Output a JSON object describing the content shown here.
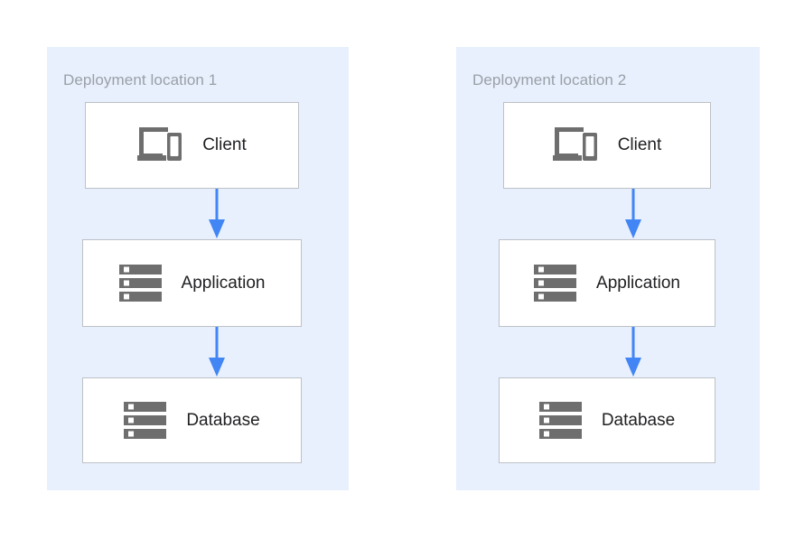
{
  "diagram": {
    "type": "architecture-deployment",
    "background": "#ffffff",
    "colors": {
      "zone_background": "#e8f0fe",
      "zone_title_text": "#9aa0a6",
      "node_background": "#ffffff",
      "node_border": "#bdc1c6",
      "node_label_text": "#202124",
      "icon_gray": "#6e6e6e",
      "arrow_blue": "#4285f4"
    },
    "zones": [
      {
        "title": "Deployment location 1",
        "nodes": [
          {
            "label": "Client",
            "icon": "devices-icon"
          },
          {
            "label": "Application",
            "icon": "server-icon"
          },
          {
            "label": "Database",
            "icon": "database-server-icon"
          }
        ],
        "connections": [
          {
            "from": "Client",
            "to": "Application",
            "style": "arrow-down"
          },
          {
            "from": "Application",
            "to": "Database",
            "style": "arrow-down"
          }
        ]
      },
      {
        "title": "Deployment location 2",
        "nodes": [
          {
            "label": "Client",
            "icon": "devices-icon"
          },
          {
            "label": "Application",
            "icon": "server-icon"
          },
          {
            "label": "Database",
            "icon": "database-server-icon"
          }
        ],
        "connections": [
          {
            "from": "Client",
            "to": "Application",
            "style": "arrow-down"
          },
          {
            "from": "Application",
            "to": "Database",
            "style": "arrow-down"
          }
        ]
      }
    ]
  }
}
